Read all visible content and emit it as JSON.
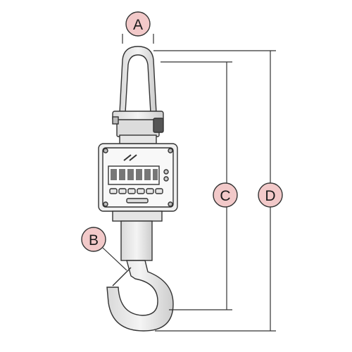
{
  "labels": {
    "a": "A",
    "b": "B",
    "c": "C",
    "d": "D"
  },
  "colors": {
    "label_circle_fill": "#f2c9c9",
    "label_circle_stroke": "#333333",
    "body_fill": "#e8e8e8",
    "body_dark": "#cfcfcf",
    "line": "#333333"
  }
}
